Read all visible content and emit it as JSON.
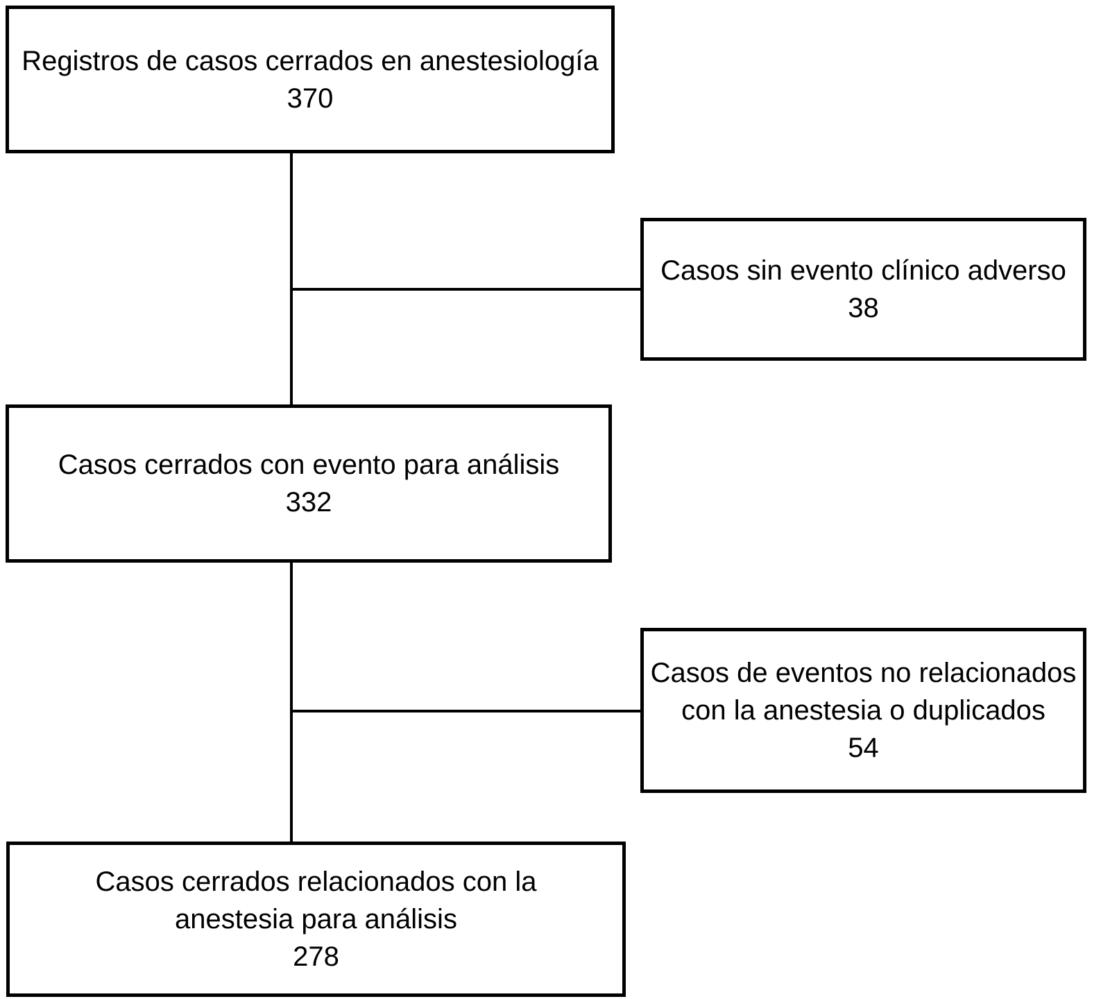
{
  "diagram": {
    "type": "flowchart",
    "colors": {
      "border": "#000000",
      "background": "#ffffff",
      "text": "#000000"
    },
    "nodes": [
      {
        "id": "registros-totales",
        "label": "Registros de casos cerrados en anestesiología",
        "value": "370"
      },
      {
        "id": "excluidos-sin-evento",
        "label": "Casos sin evento clínico adverso",
        "value": "38"
      },
      {
        "id": "casos-con-evento",
        "label": "Casos cerrados con evento para análisis",
        "value": "332"
      },
      {
        "id": "excluidos-no-relacionados",
        "label": "Casos de eventos no relacionados con la anestesia o duplicados",
        "value": "54"
      },
      {
        "id": "casos-finales",
        "label": "Casos cerrados relacionados con la anestesia para análisis",
        "value": "278"
      }
    ]
  }
}
